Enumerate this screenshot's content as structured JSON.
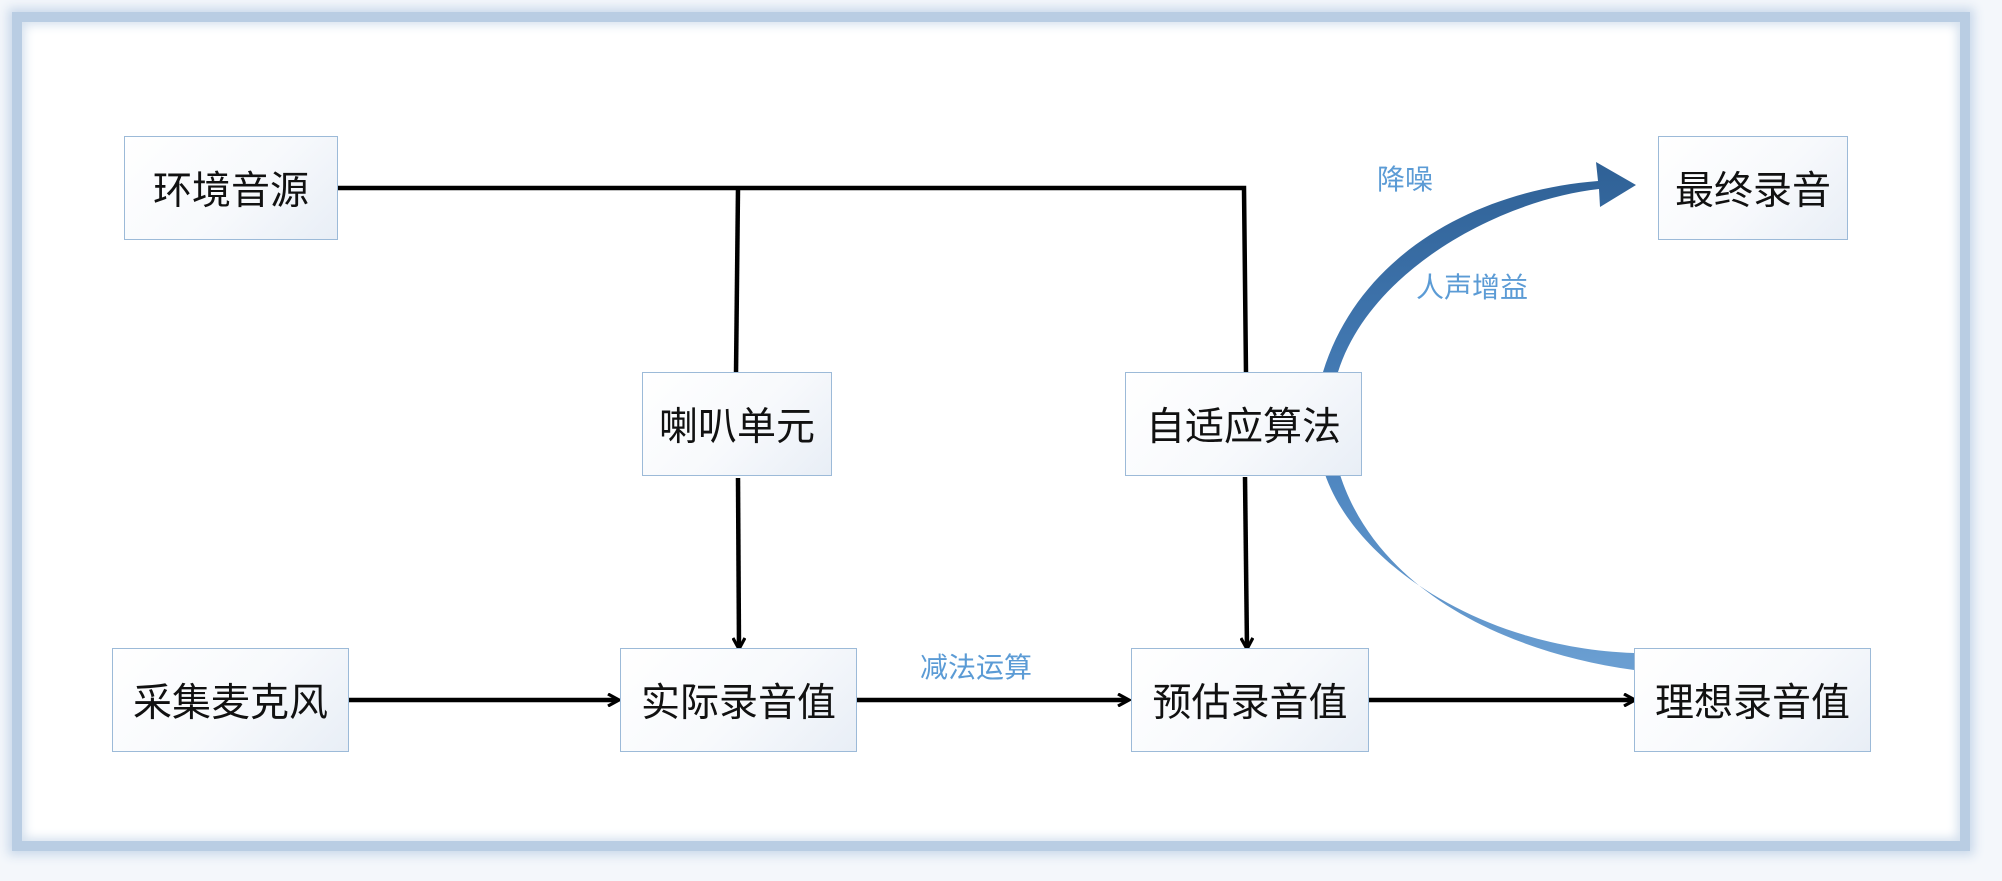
{
  "colors": {
    "connector": "#000000",
    "curved_arrow": "#3f74a9",
    "label_text": "#5b9bd5",
    "box_border": "#9cbad8",
    "frame_border": "#b9cde3"
  },
  "nodes": {
    "env_source": "环境音源",
    "speaker_unit": "喇叭单元",
    "adaptive_algorithm": "自适应算法",
    "final_recording": "最终录音",
    "capture_mic": "采集麦克风",
    "actual_value": "实际录音值",
    "estimated_value": "预估录音值",
    "ideal_value": "理想录音值"
  },
  "edge_labels": {
    "subtraction": "减法运算",
    "noise_reduction": "降噪",
    "voice_gain": "人声增益"
  }
}
